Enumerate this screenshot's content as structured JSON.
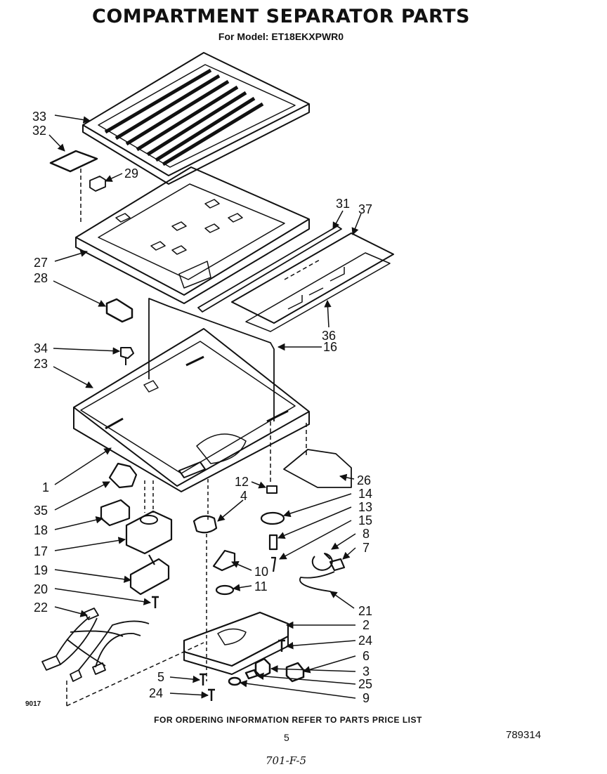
{
  "header": {
    "title": "COMPARTMENT SEPARATOR PARTS",
    "subtitle": "For Model: ET18EKXPWR0"
  },
  "callouts": [
    {
      "id": "33",
      "text": "33"
    },
    {
      "id": "32",
      "text": "32"
    },
    {
      "id": "29",
      "text": "29"
    },
    {
      "id": "31",
      "text": "31"
    },
    {
      "id": "37",
      "text": "37"
    },
    {
      "id": "27",
      "text": "27"
    },
    {
      "id": "28",
      "text": "28"
    },
    {
      "id": "36",
      "text": "36"
    },
    {
      "id": "34",
      "text": "34"
    },
    {
      "id": "16",
      "text": "16"
    },
    {
      "id": "23",
      "text": "23"
    },
    {
      "id": "26",
      "text": "26"
    },
    {
      "id": "1",
      "text": "1"
    },
    {
      "id": "12",
      "text": "12"
    },
    {
      "id": "4",
      "text": "4"
    },
    {
      "id": "14",
      "text": "14"
    },
    {
      "id": "35",
      "text": "35"
    },
    {
      "id": "13",
      "text": "13"
    },
    {
      "id": "18",
      "text": "18"
    },
    {
      "id": "15",
      "text": "15"
    },
    {
      "id": "8",
      "text": "8"
    },
    {
      "id": "17",
      "text": "17"
    },
    {
      "id": "7",
      "text": "7"
    },
    {
      "id": "19",
      "text": "19"
    },
    {
      "id": "10",
      "text": "10"
    },
    {
      "id": "11",
      "text": "11"
    },
    {
      "id": "20",
      "text": "20"
    },
    {
      "id": "21",
      "text": "21"
    },
    {
      "id": "22",
      "text": "22"
    },
    {
      "id": "2",
      "text": "2"
    },
    {
      "id": "24a",
      "text": "24"
    },
    {
      "id": "6",
      "text": "6"
    },
    {
      "id": "3",
      "text": "3"
    },
    {
      "id": "5",
      "text": "5"
    },
    {
      "id": "25",
      "text": "25"
    },
    {
      "id": "24b",
      "text": "24"
    },
    {
      "id": "9",
      "text": "9"
    }
  ],
  "footer": {
    "order_info": "FOR ORDERING INFORMATION REFER TO PARTS PRICE LIST",
    "page_number": "5",
    "part_number": "789314",
    "handwritten_note": "701-F-5",
    "drawing_code": "9017"
  }
}
